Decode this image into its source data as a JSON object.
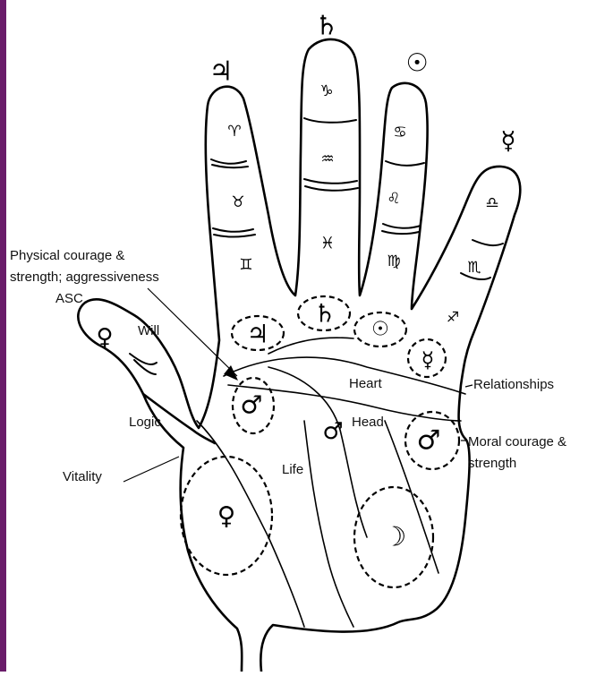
{
  "colors": {
    "border": "#6a1c6a",
    "ink": "#000000",
    "background": "#ffffff"
  },
  "finger_planets": {
    "jupiter": "♃",
    "saturn": "♄",
    "sun": "☉",
    "mercury": "☿"
  },
  "finger_signs": {
    "index": [
      "♈",
      "♉",
      "♊"
    ],
    "middle": [
      "♑",
      "♒",
      "♓"
    ],
    "ring": [
      "♋",
      "♌",
      "♍"
    ],
    "little": [
      "♎",
      "♏",
      "♐"
    ]
  },
  "mounts": {
    "jupiter": "♃",
    "saturn": "♄",
    "sun": "☉",
    "mercury": "☿",
    "mars_lower": "♂",
    "mars_center": "♂",
    "mars_upper": "♂",
    "venus": "♀",
    "moon": "☽",
    "thumb": "♀"
  },
  "labels": {
    "physical": "Physical courage &",
    "physical_2": "strength; aggressiveness",
    "asc": "ASC",
    "will": "Will",
    "logic": "Logic",
    "vitality": "Vitality",
    "life": "Life",
    "heart": "Heart",
    "head": "Head",
    "relationships": "Relationships",
    "moral": "Moral courage &",
    "moral_2": "strength"
  }
}
